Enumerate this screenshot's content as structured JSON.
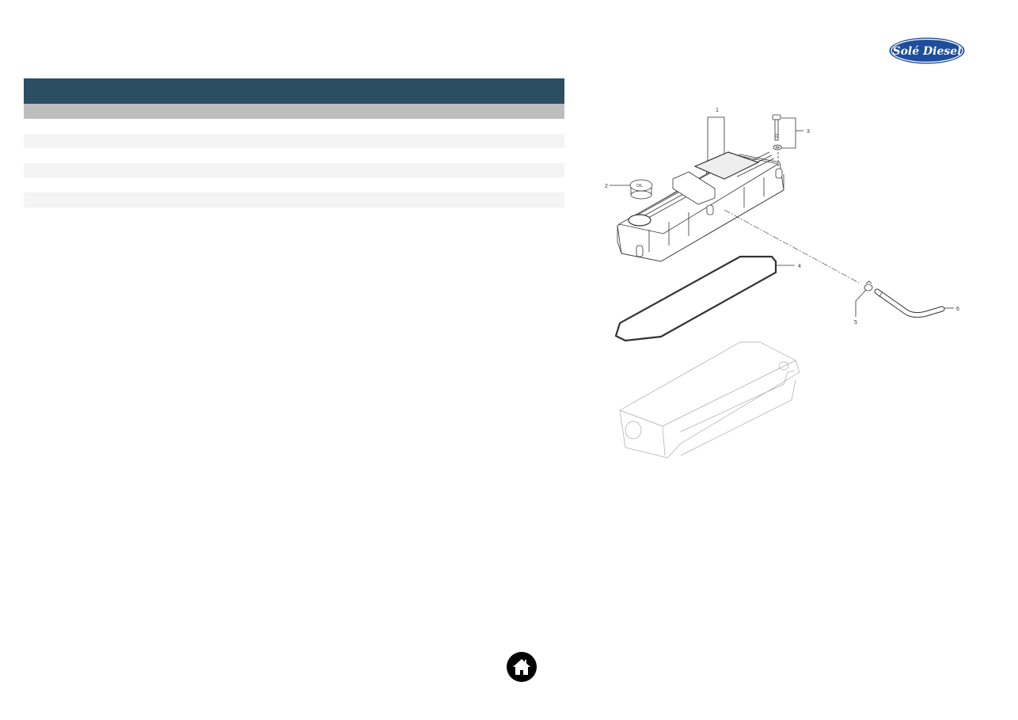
{
  "brand": {
    "logo_text": "Solé Diesel",
    "logo_color": "#1E4D9B"
  },
  "parts_table": {
    "header_color": "#2C4E63",
    "subheader_color": "#BDBDBD",
    "row_alt_color": "#F4F4F4",
    "header": "",
    "subheader": "",
    "rows": [
      {
        "text": ""
      },
      {
        "text": ""
      },
      {
        "text": ""
      },
      {
        "text": ""
      },
      {
        "text": ""
      },
      {
        "text": ""
      }
    ]
  },
  "diagram": {
    "callouts": [
      {
        "id": "1",
        "label": "1"
      },
      {
        "id": "2",
        "label": "2"
      },
      {
        "id": "3",
        "label": "3"
      },
      {
        "id": "4",
        "label": "4"
      },
      {
        "id": "5",
        "label": "5"
      },
      {
        "id": "6",
        "label": "6"
      }
    ],
    "oil_cap_text": "OIL"
  },
  "navigation": {
    "home_icon": "home-icon"
  }
}
